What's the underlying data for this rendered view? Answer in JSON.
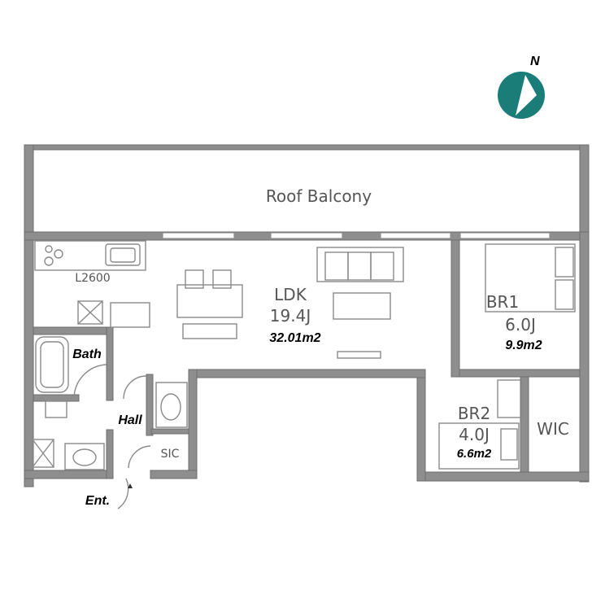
{
  "compass": {
    "label": "N",
    "color": "#1b7d78"
  },
  "rooms": {
    "roof_balcony": "Roof Balcony",
    "kitchen_length": "L2600",
    "ldk": {
      "name": "LDK",
      "size": "19.4J",
      "area": "32.01m2"
    },
    "br1": {
      "name": "BR1",
      "size": "6.0J",
      "area": "9.9m2"
    },
    "br2": {
      "name": "BR2",
      "size": "4.0J",
      "area": "6.6m2"
    },
    "wic": "WIC",
    "bath": "Bath",
    "hall": "Hall",
    "sic": "SIC",
    "entrance": "Ent."
  },
  "colors": {
    "wall": "#8e8e8e",
    "fixture": "#8a8a8a",
    "accent": "#1b7d78"
  }
}
